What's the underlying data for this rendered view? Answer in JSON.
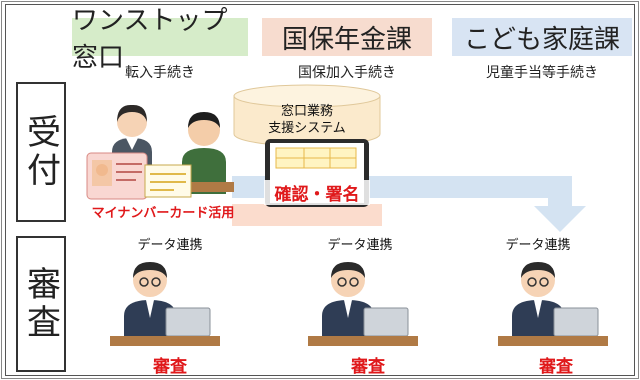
{
  "rows": {
    "reception": "受付",
    "review": "審査"
  },
  "departments": [
    {
      "name": "ワンストップ窓口",
      "sub": "転入手続き",
      "color": "#d6ecc9"
    },
    {
      "name": "国保年金課",
      "sub": "国保加入手続き",
      "color": "#f7dccf"
    },
    {
      "name": "こども家庭課",
      "sub": "児童手当等手続き",
      "color": "#d8e4f3"
    }
  ],
  "system": {
    "line1": "窓口業務",
    "line2": "支援システム"
  },
  "tablet_label": "確認・署名",
  "card_label": "マイナンバーカード活用",
  "data_link": [
    "データ連携",
    "データ連携",
    "データ連携"
  ],
  "review_label": [
    "審査",
    "審査",
    "審査"
  ]
}
